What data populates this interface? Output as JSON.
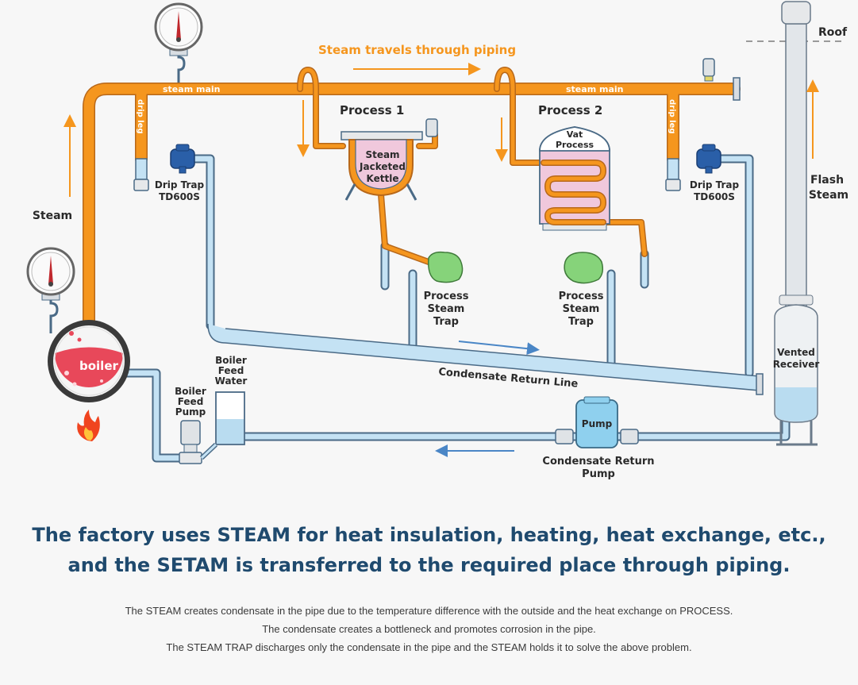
{
  "diagram": {
    "labels": {
      "steam_travels": "Steam travels through piping",
      "roof": "Roof",
      "steam_main_left": "steam main",
      "steam_main_right": "steam main",
      "drip_leg_left": "drip leg",
      "drip_leg_right": "drip leg",
      "process1": "Process 1",
      "process2": "Process 2",
      "kettle": [
        "Steam",
        "Jacketed",
        "Kettle"
      ],
      "vat": [
        "Vat",
        "Process"
      ],
      "drip_trap_left": [
        "Drip Trap",
        "TD600S"
      ],
      "drip_trap_right": [
        "Drip Trap",
        "TD600S"
      ],
      "flash_steam": [
        "Flash",
        "Steam"
      ],
      "steam": "Steam",
      "boiler": "boiler",
      "process_trap_1": [
        "Process",
        "Steam",
        "Trap"
      ],
      "process_trap_2": [
        "Process",
        "Steam",
        "Trap"
      ],
      "condensate_return_line": "Condensate Return Line",
      "vented_receiver": [
        "Vented",
        "Receiver"
      ],
      "boiler_feed_water": [
        "Boiler",
        "Feed",
        "Water"
      ],
      "boiler_feed_pump": [
        "Boiler",
        "Feed",
        "Pump"
      ],
      "pump": "Pump",
      "condensate_return_pump": [
        "Condensate Return",
        "Pump"
      ]
    },
    "colors": {
      "steam_pipe": "#f5961e",
      "condensate_pipe": "#b9dcf0",
      "pipe_outline": "#4a6a86",
      "trap_blue": "#2a5fa8",
      "trap_green": "#86d37a",
      "boiler_red": "#e8485a",
      "arrow_orange": "#f5961e",
      "arrow_blue": "#4a86c6"
    }
  },
  "caption": {
    "headline": [
      "The factory uses STEAM for heat insulation, heating, heat exchange, etc.,",
      "and the SETAM is transferred to the required place through piping."
    ],
    "body": [
      "The STEAM creates condensate in the pipe due to the temperature difference with the outside and the heat exchange on PROCESS.",
      "The condensate creates a bottleneck and promotes corrosion in the pipe.",
      "The STEAM TRAP discharges only the condensate in the pipe and the STEAM holds it to solve the above problem."
    ]
  }
}
